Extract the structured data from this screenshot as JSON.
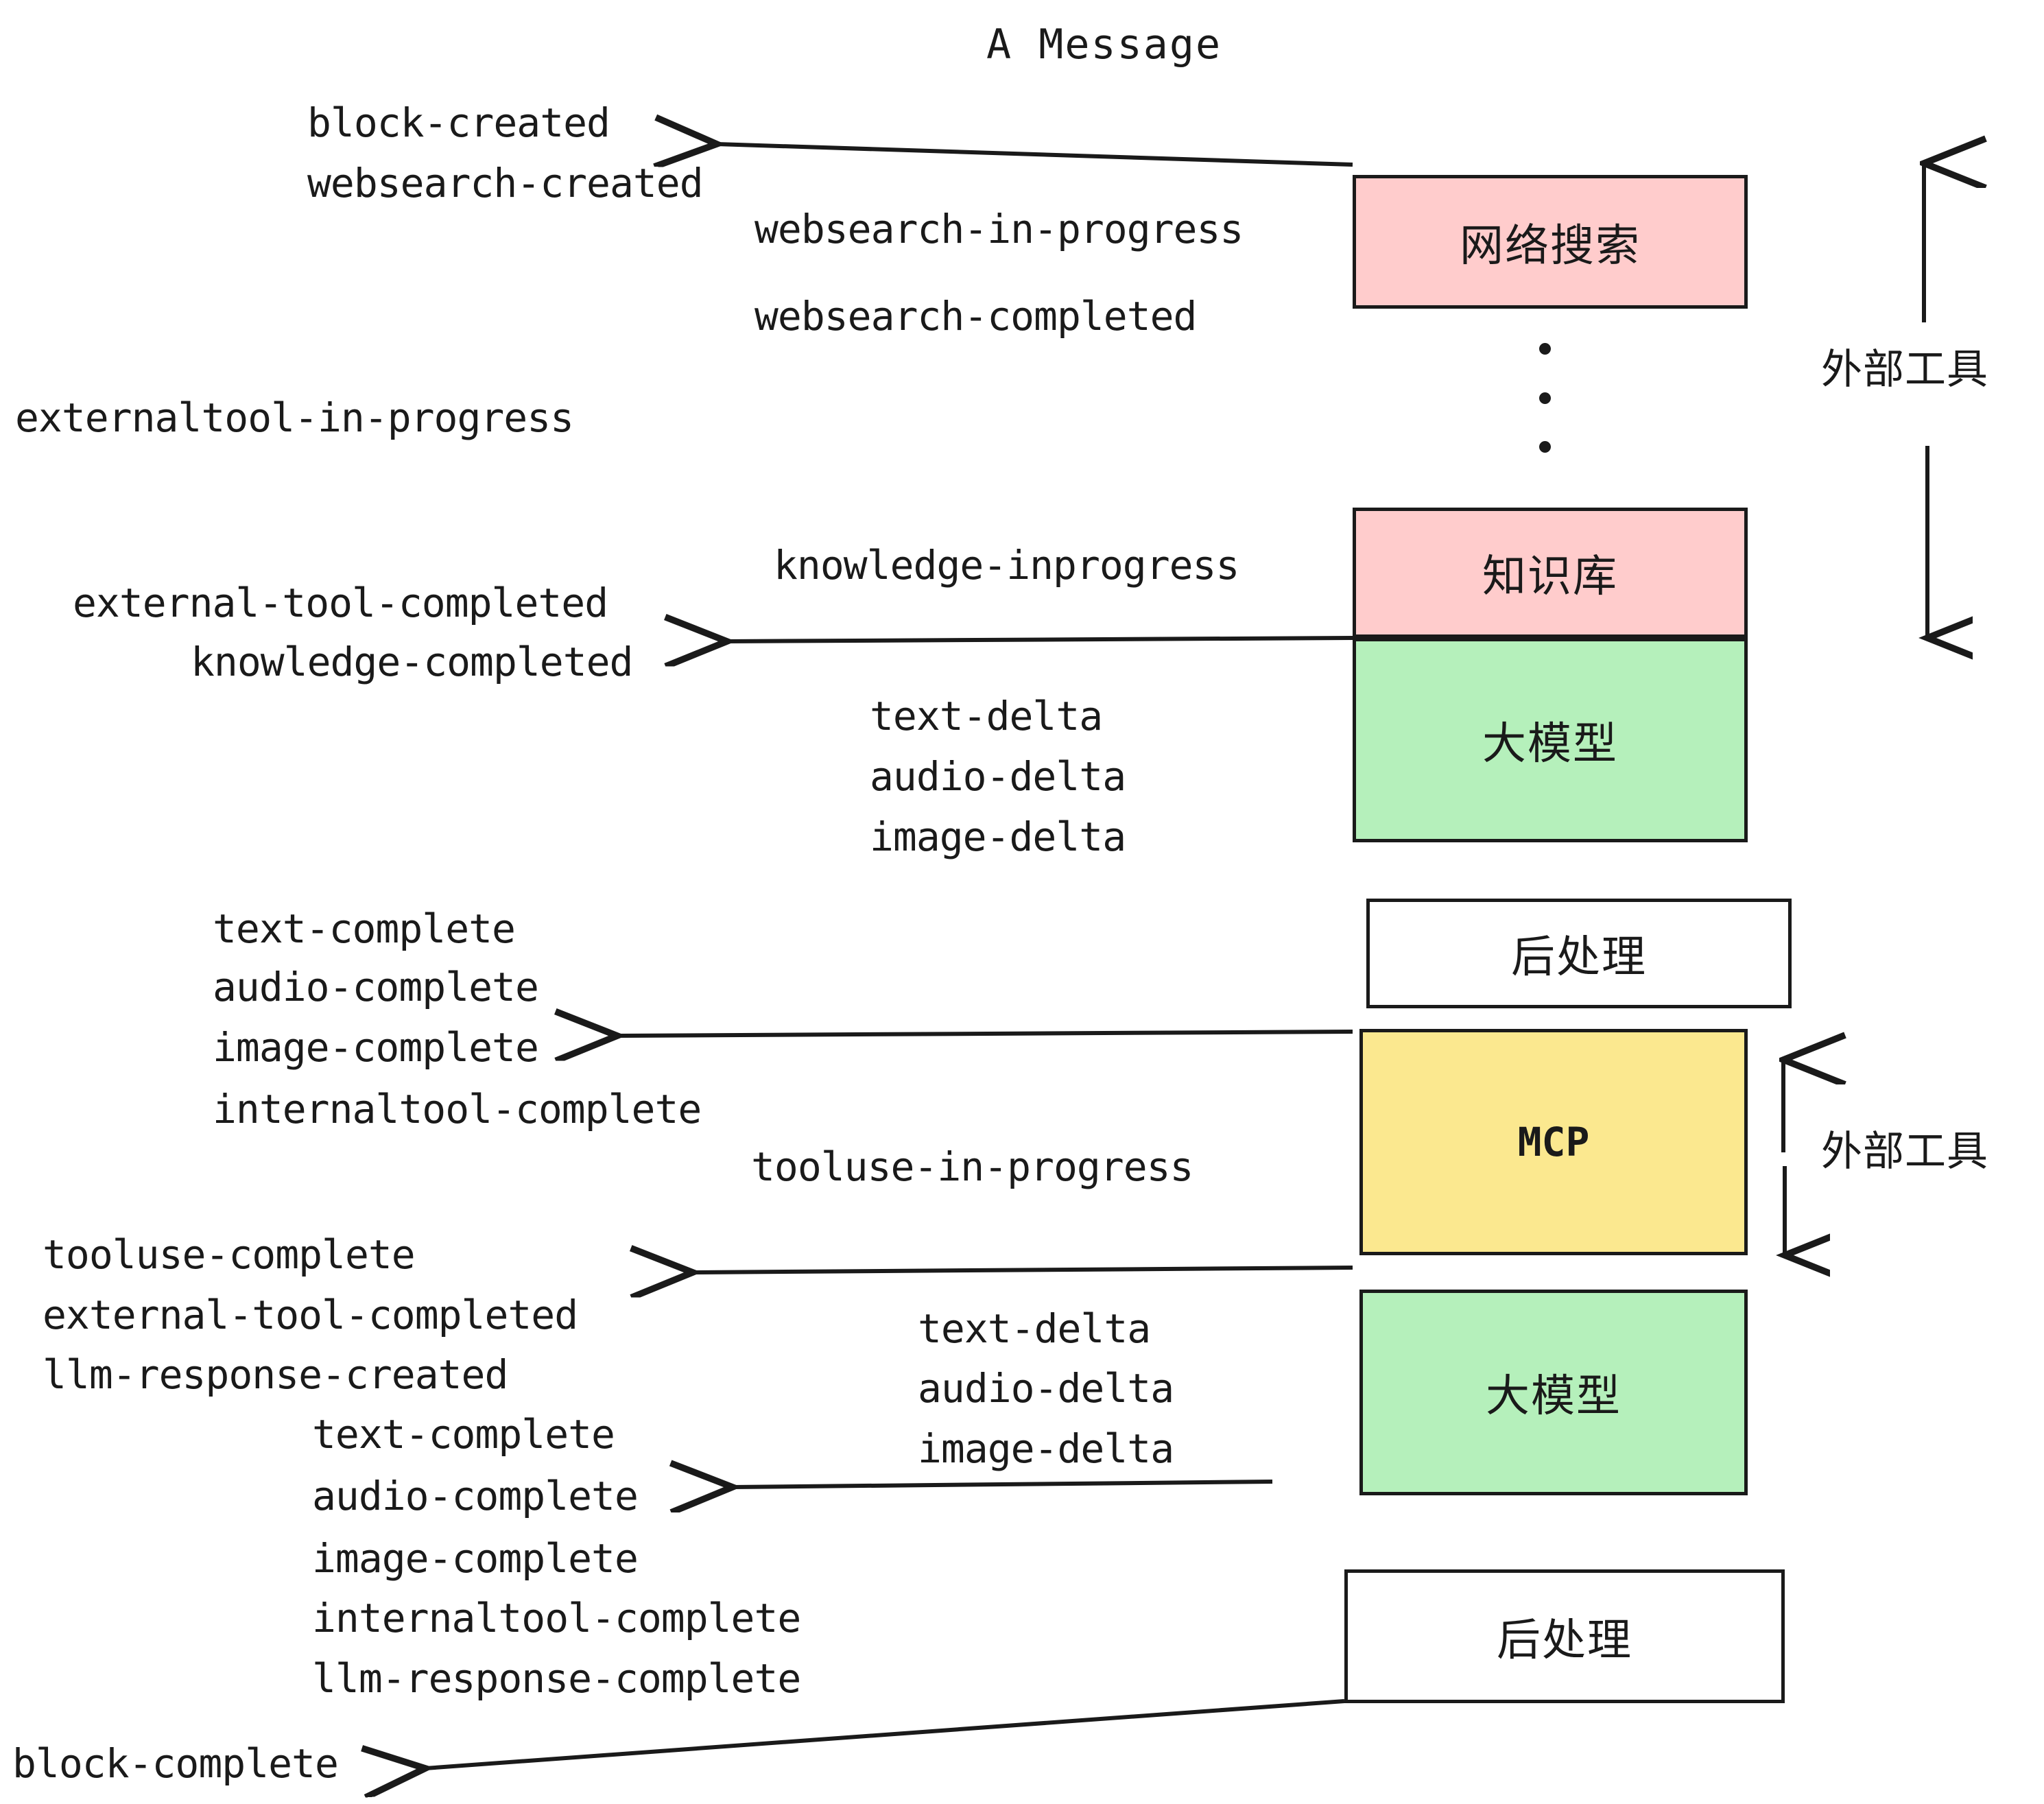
{
  "title": "A Message",
  "colors": {
    "pink": "#ffcccc",
    "green": "#b5f0bb",
    "yellow": "#fbe88f",
    "white": "#ffffff",
    "stroke": "#1a1a1a"
  },
  "nodes": [
    {
      "id": "websearch",
      "label": "网络搜索",
      "fill": "#ffcccc"
    },
    {
      "id": "knowledge",
      "label": "知识库",
      "fill": "#ffcccc"
    },
    {
      "id": "llm-top",
      "label": "大模型",
      "fill": "#b5f0bb"
    },
    {
      "id": "postprocess-top",
      "label": "后处理",
      "fill": "#ffffff"
    },
    {
      "id": "mcp",
      "label": "MCP",
      "fill": "#fbe88f"
    },
    {
      "id": "llm-bottom",
      "label": "大模型",
      "fill": "#b5f0bb"
    },
    {
      "id": "postprocess-bottom",
      "label": "后处理",
      "fill": "#ffffff"
    }
  ],
  "group_labels": [
    {
      "id": "external-tool-top",
      "text": "外部工具"
    },
    {
      "id": "external-tool-bottom",
      "text": "外部工具"
    }
  ],
  "events": {
    "block_created": "block-created",
    "websearch_created": "websearch-created",
    "websearch_in_progress": "websearch-in-progress",
    "websearch_completed": "websearch-completed",
    "externaltool_in_progress": "externaltool-in-progress",
    "knowledge_inprogress": "knowledge-inprogress",
    "external_tool_completed_1": "external-tool-completed",
    "knowledge_completed": "knowledge-completed",
    "text_delta_1": "text-delta",
    "audio_delta_1": "audio-delta",
    "image_delta_1": "image-delta",
    "text_complete_1": "text-complete",
    "audio_complete_1": "audio-complete",
    "image_complete_1": "image-complete",
    "internaltool_complete_1": "internaltool-complete",
    "tooluse_in_progress": "tooluse-in-progress",
    "tooluse_complete": "tooluse-complete",
    "external_tool_completed_2": "external-tool-completed",
    "llm_response_created": "llm-response-created",
    "text_delta_2": "text-delta",
    "audio_delta_2": "audio-delta",
    "image_delta_2": "image-delta",
    "text_complete_2": "text-complete",
    "audio_complete_2": "audio-complete",
    "image_complete_2": "image-complete",
    "internaltool_complete_2": "internaltool-complete",
    "llm_response_complete": "llm-response-complete",
    "block_complete": "block-complete"
  }
}
